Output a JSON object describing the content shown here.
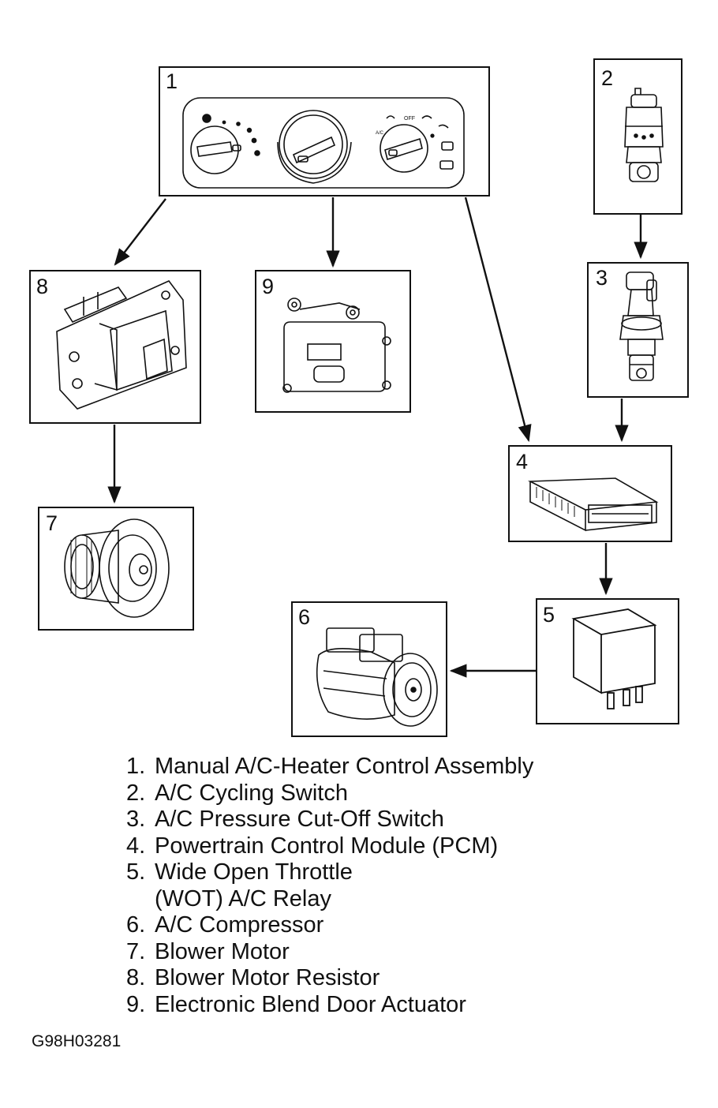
{
  "boxes": [
    {
      "id": "1",
      "label": "1"
    },
    {
      "id": "2",
      "label": "2"
    },
    {
      "id": "3",
      "label": "3"
    },
    {
      "id": "4",
      "label": "4"
    },
    {
      "id": "5",
      "label": "5"
    },
    {
      "id": "6",
      "label": "6"
    },
    {
      "id": "7",
      "label": "7"
    },
    {
      "id": "8",
      "label": "8"
    },
    {
      "id": "9",
      "label": "9"
    }
  ],
  "control_panel_labels": {
    "off": "OFF",
    "ac": "A/C"
  },
  "legend": [
    {
      "num": "1.",
      "lines": [
        "Manual A/C-Heater Control Assembly"
      ]
    },
    {
      "num": "2.",
      "lines": [
        "A/C Cycling Switch"
      ]
    },
    {
      "num": "3.",
      "lines": [
        "A/C Pressure Cut-Off Switch"
      ]
    },
    {
      "num": "4.",
      "lines": [
        "Powertrain Control Module (PCM)"
      ]
    },
    {
      "num": "5.",
      "lines": [
        "Wide Open Throttle",
        "(WOT) A/C Relay"
      ]
    },
    {
      "num": "6.",
      "lines": [
        "A/C Compressor"
      ]
    },
    {
      "num": "7.",
      "lines": [
        "Blower Motor"
      ]
    },
    {
      "num": "8.",
      "lines": [
        "Blower Motor Resistor"
      ]
    },
    {
      "num": "9.",
      "lines": [
        "Electronic Blend Door Actuator"
      ]
    }
  ],
  "figure_id": "G98H03281",
  "connections": [
    {
      "from": "1",
      "to": "8"
    },
    {
      "from": "1",
      "to": "9"
    },
    {
      "from": "1",
      "to": "4"
    },
    {
      "from": "2",
      "to": "3"
    },
    {
      "from": "3",
      "to": "4"
    },
    {
      "from": "8",
      "to": "7"
    },
    {
      "from": "4",
      "to": "5"
    },
    {
      "from": "5",
      "to": "6"
    }
  ]
}
